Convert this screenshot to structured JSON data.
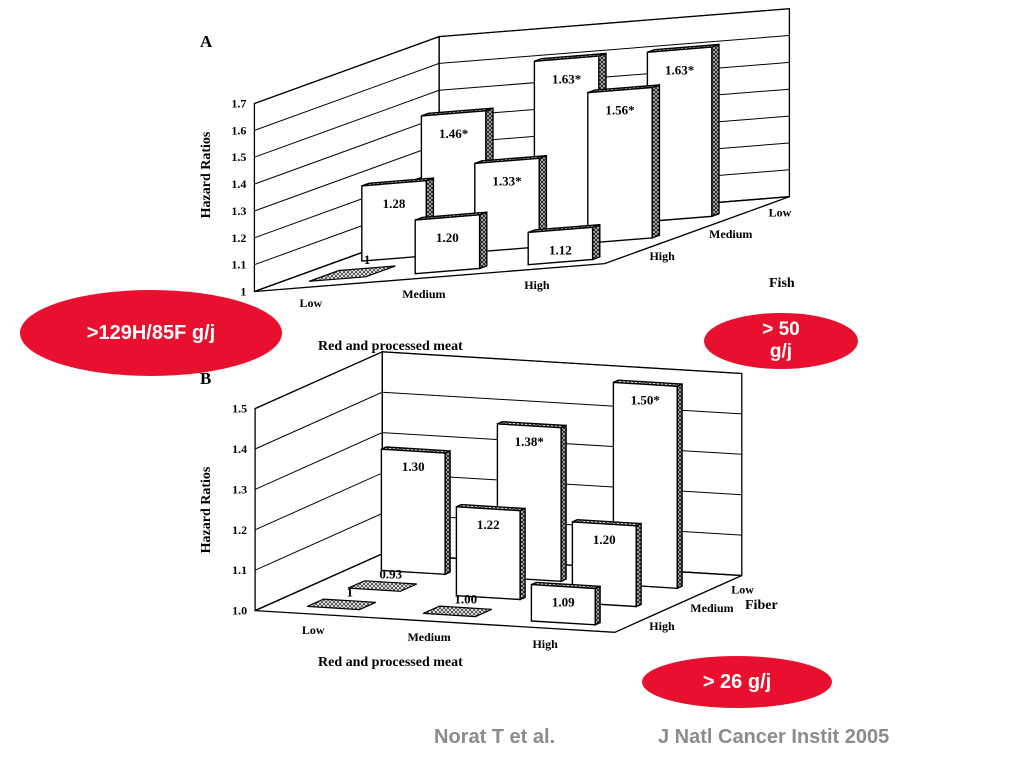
{
  "chart_data": [
    {
      "type": "bar",
      "panel": "A",
      "ylabel": "Hazard Ratios",
      "xlabel": "Red and processed meat",
      "zlabel": "Fish",
      "ylim": [
        1,
        1.7
      ],
      "yticks": [
        "1",
        "1.1",
        "1.2",
        "1.3",
        "1.4",
        "1.5",
        "1.6",
        "1.7"
      ],
      "categories": [
        "Low",
        "Medium",
        "High"
      ],
      "series": [
        {
          "name": "High",
          "values": [
            1,
            1.2,
            1.12
          ],
          "labels": [
            "1",
            "1.20",
            "1.12"
          ]
        },
        {
          "name": "Medium",
          "values": [
            1.28,
            1.33,
            1.56
          ],
          "labels": [
            "1.28",
            "1.33*",
            "1.56*"
          ]
        },
        {
          "name": "Low",
          "values": [
            1.46,
            1.63,
            1.63
          ],
          "labels": [
            "1.46*",
            "1.63*",
            "1.63*"
          ]
        }
      ]
    },
    {
      "type": "bar",
      "panel": "B",
      "ylabel": "Hazard Ratios",
      "xlabel": "Red and processed meat",
      "zlabel": "Fiber",
      "ylim": [
        1.0,
        1.5
      ],
      "yticks": [
        "1.0",
        "1.1",
        "1.2",
        "1.3",
        "1.4",
        "1.5"
      ],
      "categories": [
        "Low",
        "Medium",
        "High"
      ],
      "series": [
        {
          "name": "High",
          "values": [
            1,
            1.0,
            1.09
          ],
          "labels": [
            "1",
            "1.00",
            "1.09"
          ]
        },
        {
          "name": "Medium",
          "values": [
            0.93,
            1.22,
            1.2
          ],
          "labels": [
            "0.93",
            "1.22",
            "1.20"
          ]
        },
        {
          "name": "Low",
          "values": [
            1.3,
            1.38,
            1.5
          ],
          "labels": [
            "1.30",
            "1.38*",
            "1.50*"
          ]
        }
      ]
    }
  ],
  "annotations": {
    "red_meat_threshold": ">129H/85F g/j",
    "fish_threshold": "> 50 g/j",
    "fiber_threshold": "> 26 g/j"
  },
  "citation": {
    "author": "Norat T et al.",
    "journal": "J Natl Cancer Instit 2005"
  },
  "colors": {
    "oval_fill": "#e8102e",
    "citation_text": "#8c8c8c"
  }
}
